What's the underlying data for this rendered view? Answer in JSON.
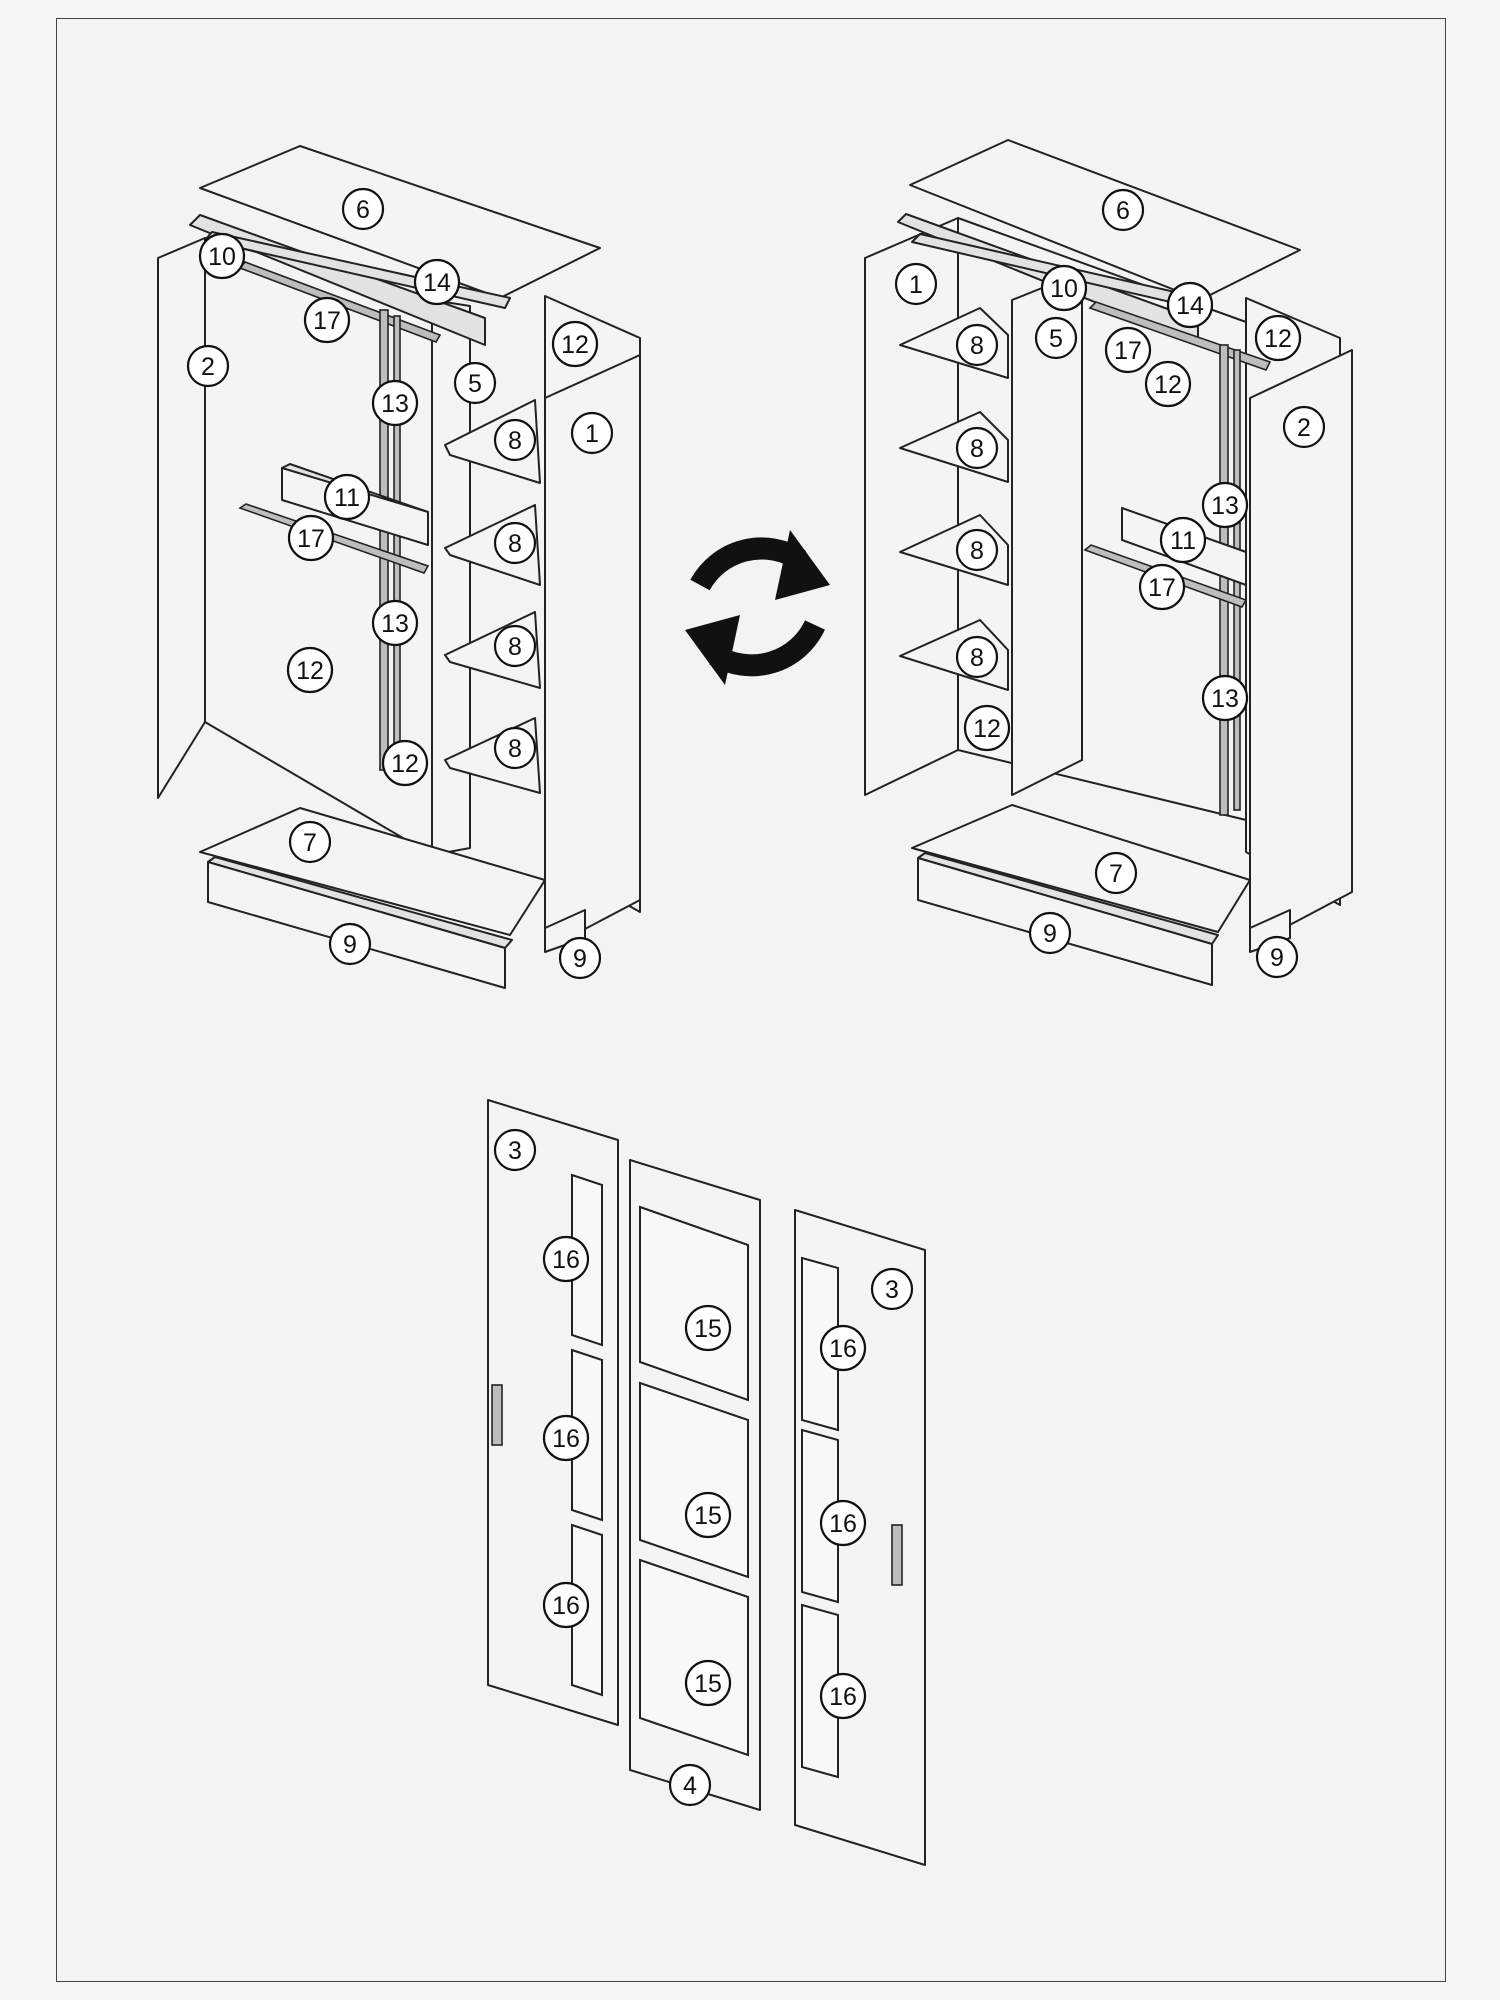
{
  "left_assembly": {
    "callouts": [
      {
        "id": "L6",
        "label": "6"
      },
      {
        "id": "L10",
        "label": "10"
      },
      {
        "id": "L14",
        "label": "14"
      },
      {
        "id": "L17a",
        "label": "17"
      },
      {
        "id": "L2",
        "label": "2"
      },
      {
        "id": "L12a",
        "label": "12"
      },
      {
        "id": "L5",
        "label": "5"
      },
      {
        "id": "L13a",
        "label": "13"
      },
      {
        "id": "L8a",
        "label": "8"
      },
      {
        "id": "L1",
        "label": "1"
      },
      {
        "id": "L11",
        "label": "11"
      },
      {
        "id": "L17b",
        "label": "17"
      },
      {
        "id": "L8b",
        "label": "8"
      },
      {
        "id": "L13b",
        "label": "13"
      },
      {
        "id": "L8c",
        "label": "8"
      },
      {
        "id": "L12b",
        "label": "12"
      },
      {
        "id": "L8d",
        "label": "8"
      },
      {
        "id": "L12c",
        "label": "12"
      },
      {
        "id": "L7",
        "label": "7"
      },
      {
        "id": "L9a",
        "label": "9"
      },
      {
        "id": "L9b",
        "label": "9"
      }
    ]
  },
  "right_assembly": {
    "callouts": [
      {
        "id": "R6",
        "label": "6"
      },
      {
        "id": "R1",
        "label": "1"
      },
      {
        "id": "R10",
        "label": "10"
      },
      {
        "id": "R14",
        "label": "14"
      },
      {
        "id": "R12a",
        "label": "12"
      },
      {
        "id": "R8a",
        "label": "8"
      },
      {
        "id": "R5",
        "label": "5"
      },
      {
        "id": "R17a",
        "label": "17"
      },
      {
        "id": "R12b",
        "label": "12"
      },
      {
        "id": "R2",
        "label": "2"
      },
      {
        "id": "R8b",
        "label": "8"
      },
      {
        "id": "R13a",
        "label": "13"
      },
      {
        "id": "R11",
        "label": "11"
      },
      {
        "id": "R8c",
        "label": "8"
      },
      {
        "id": "R17b",
        "label": "17"
      },
      {
        "id": "R8d",
        "label": "8"
      },
      {
        "id": "R13b",
        "label": "13"
      },
      {
        "id": "R12c",
        "label": "12"
      },
      {
        "id": "R7",
        "label": "7"
      },
      {
        "id": "R9a",
        "label": "9"
      },
      {
        "id": "R9b",
        "label": "9"
      }
    ]
  },
  "doors": {
    "callouts": [
      {
        "id": "D3a",
        "label": "3"
      },
      {
        "id": "D16a",
        "label": "16"
      },
      {
        "id": "D16b",
        "label": "16"
      },
      {
        "id": "D16c",
        "label": "16"
      },
      {
        "id": "D15a",
        "label": "15"
      },
      {
        "id": "D15b",
        "label": "15"
      },
      {
        "id": "D15c",
        "label": "15"
      },
      {
        "id": "D4",
        "label": "4"
      },
      {
        "id": "D3b",
        "label": "3"
      },
      {
        "id": "D16d",
        "label": "16"
      },
      {
        "id": "D16e",
        "label": "16"
      },
      {
        "id": "D16f",
        "label": "16"
      }
    ]
  },
  "icons": {
    "mirror_symbol": "rotate-arrows-icon"
  }
}
